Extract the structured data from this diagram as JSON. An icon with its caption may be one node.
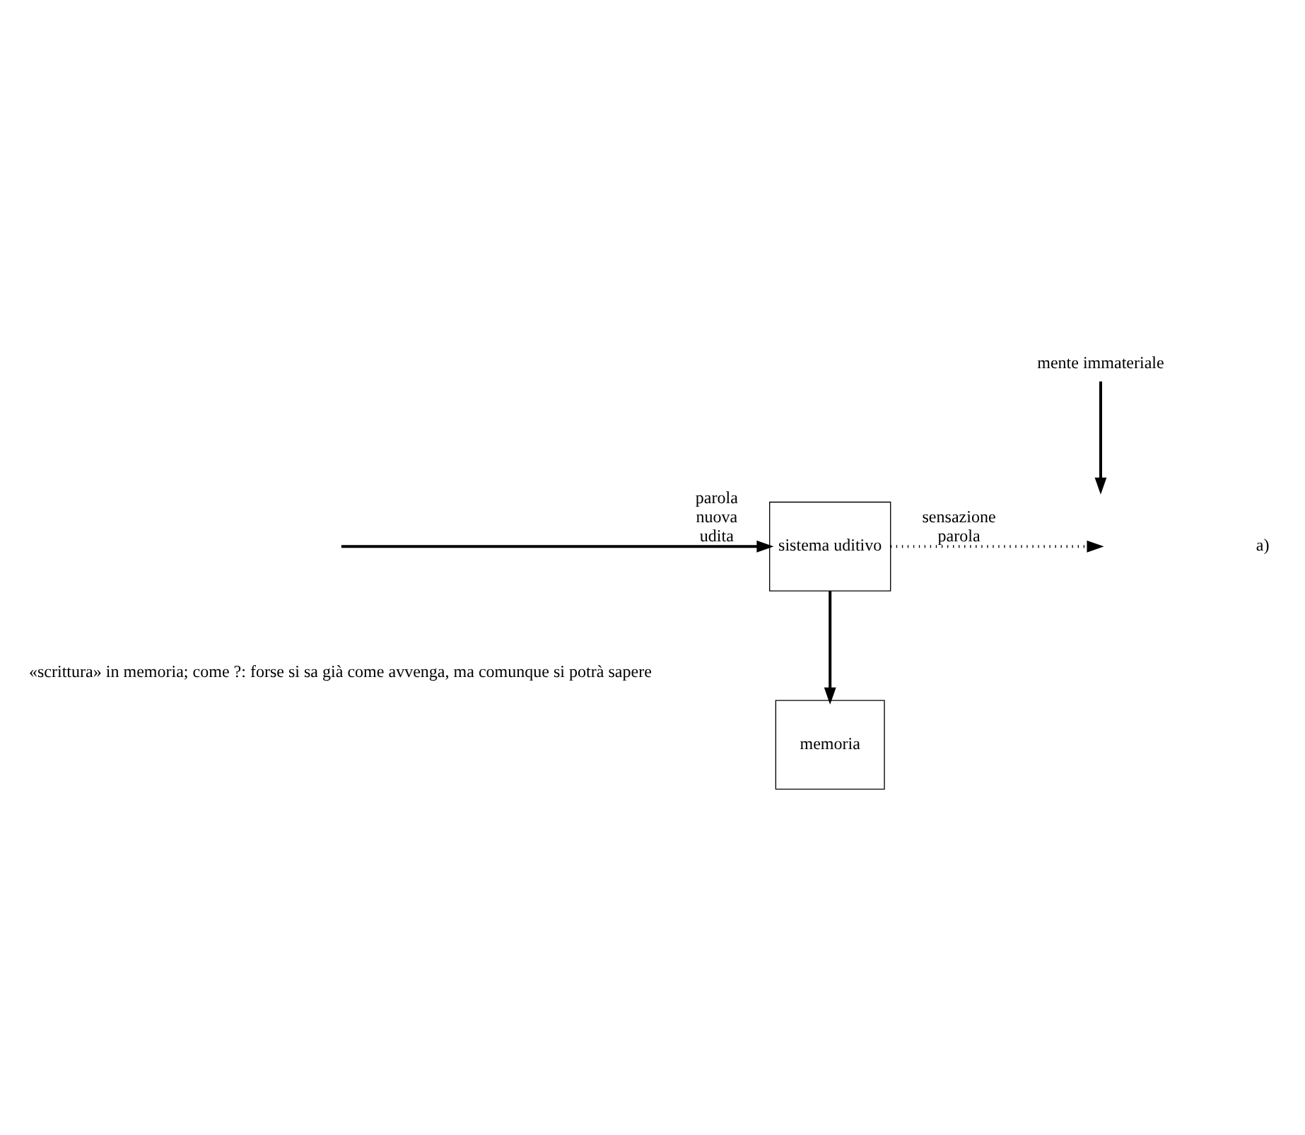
{
  "diagram": {
    "nodes": [
      {
        "text": [
          "sistema uditivo"
        ]
      },
      {
        "text": [
          "memoria"
        ]
      },
      {
        "text": [
          "mente immateriale"
        ]
      }
    ],
    "edges": [
      {
        "from": null,
        "to": 0,
        "arrow": "to",
        "label": "parola nuova udita"
      },
      {
        "from": 2,
        "to": null,
        "arrow": "to"
      },
      {
        "from": 0,
        "to": null,
        "arrow": "to",
        "label": "sensazione parola",
        "style": "dashed"
      },
      {
        "from": 0,
        "to": 1,
        "arrow": "to"
      }
    ],
    "labels": [
      "«scrittura» in memoria; come ?: forse si sa già come avvenga, ma comunque si potrà sapere",
      "a)"
    ]
  }
}
